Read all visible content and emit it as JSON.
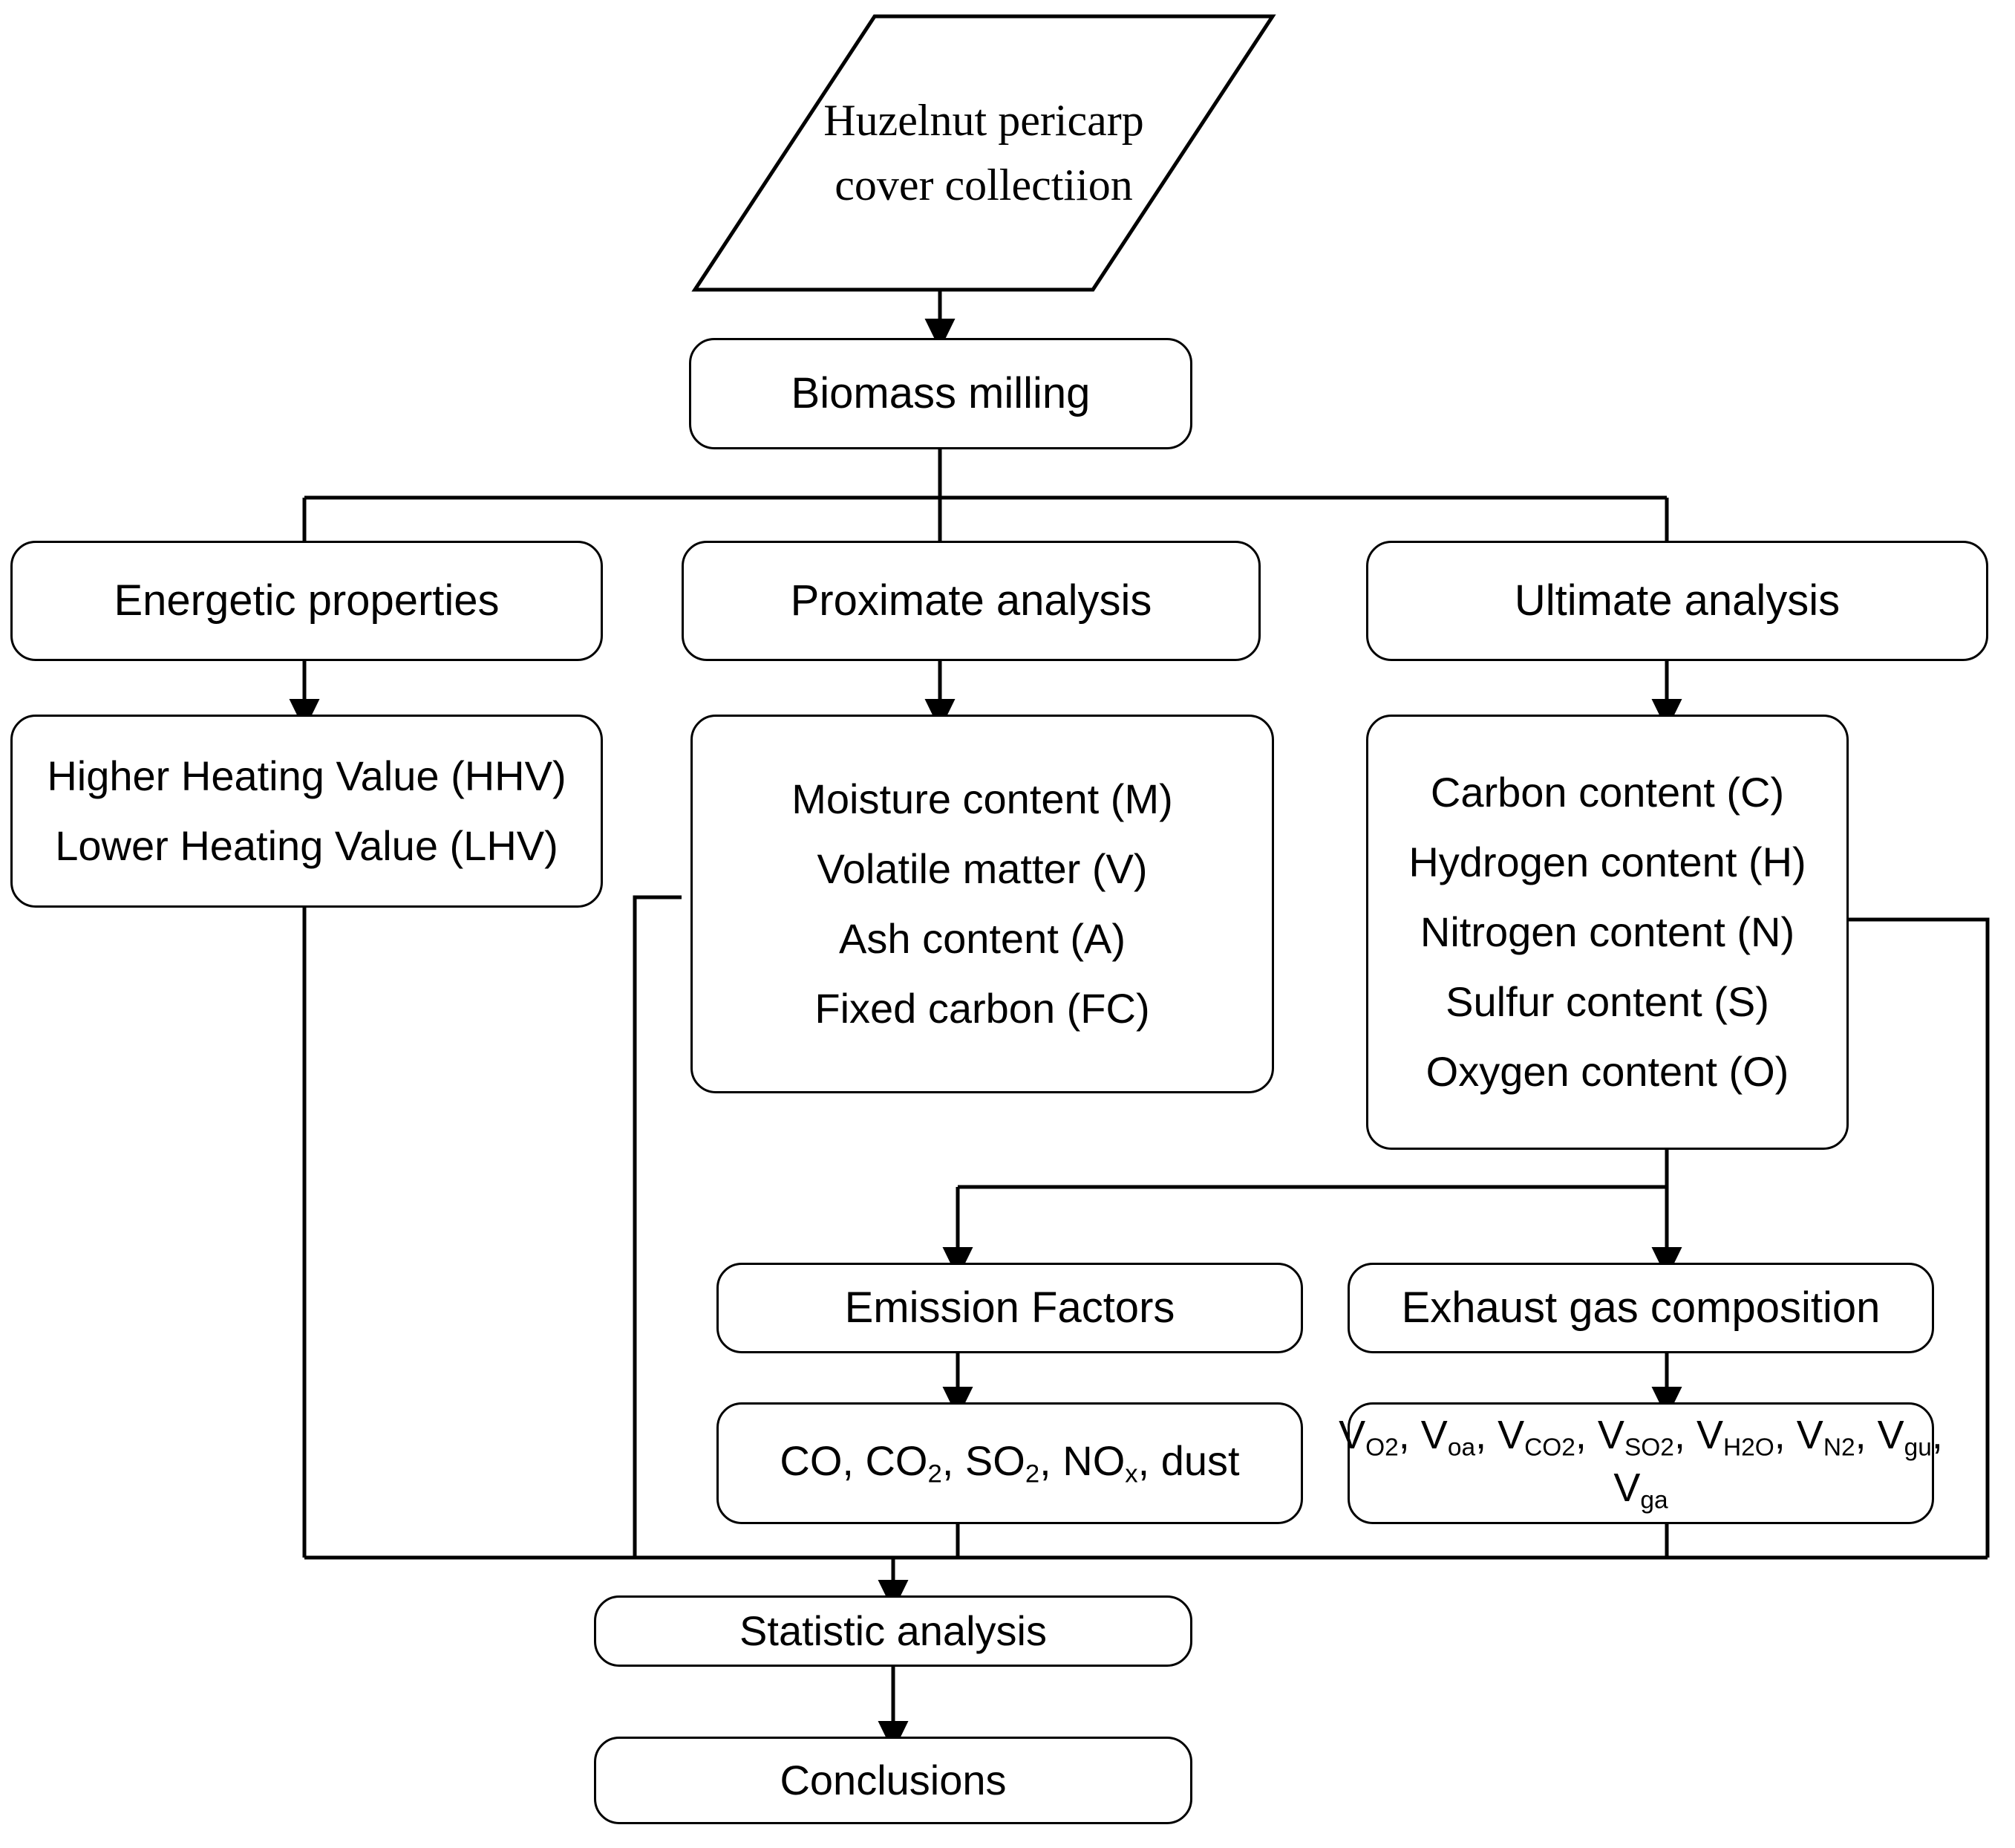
{
  "diagram": {
    "title": "Biomass characterization and combustion analysis flowchart",
    "line_color": "#000000",
    "background": "#ffffff"
  },
  "nodes": {
    "collection": {
      "label_line1": "Huzelnut  pericarp",
      "label_line2": "cover collectiion",
      "shape": "parallelogram"
    },
    "milling": {
      "label": "Biomass milling",
      "shape": "rounded-rect"
    },
    "energetic": {
      "label": "Energetic properties",
      "shape": "rounded-rect"
    },
    "proximate": {
      "label": "Proximate analysis",
      "shape": "rounded-rect"
    },
    "ultimate": {
      "label": "Ultimate analysis",
      "shape": "rounded-rect"
    },
    "heating_values": {
      "items": [
        "Higher Heating Value (HHV)",
        "Lower Heating Value (LHV)"
      ]
    },
    "proximate_items": {
      "items": [
        "Moisture content (M)",
        "Volatile matter (V)",
        "Ash content (A)",
        "Fixed carbon (FC)"
      ]
    },
    "ultimate_items": {
      "items": [
        "Carbon content (C)",
        "Hydrogen content (H)",
        "Nitrogen content (N)",
        "Sulfur content (S)",
        "Oxygen content (O)"
      ]
    },
    "emission_factors": {
      "label": "Emission Factors",
      "shape": "rounded-rect"
    },
    "emission_species": {
      "label_html": "CO, CO<sub>2</sub>, SO<sub>2</sub>, NO<sub>x</sub>, dust"
    },
    "exhaust_gas": {
      "label": "Exhaust gas composition",
      "shape": "rounded-rect"
    },
    "exhaust_volumes": {
      "line1_html": "V<sub>O2</sub>, V<sub>oa</sub>, V<sub>CO2</sub>, V<sub>SO2</sub>, V<sub>H2O</sub>, V<sub>N2</sub>, V<sub>gu</sub>,",
      "line2_html": "V<sub>ga</sub>"
    },
    "statistic": {
      "label": "Statistic analysis",
      "shape": "rounded-rect"
    },
    "conclusions": {
      "label": "Conclusions",
      "shape": "rounded-rect"
    }
  },
  "flow": {
    "edges": [
      {
        "from": "collection",
        "to": "milling"
      },
      {
        "from": "milling",
        "to": "energetic"
      },
      {
        "from": "milling",
        "to": "proximate"
      },
      {
        "from": "milling",
        "to": "ultimate"
      },
      {
        "from": "energetic",
        "to": "heating_values"
      },
      {
        "from": "proximate",
        "to": "proximate_items"
      },
      {
        "from": "ultimate",
        "to": "ultimate_items"
      },
      {
        "from": "ultimate_items",
        "to": "emission_factors"
      },
      {
        "from": "ultimate_items",
        "to": "exhaust_gas"
      },
      {
        "from": "emission_factors",
        "to": "emission_species"
      },
      {
        "from": "exhaust_gas",
        "to": "exhaust_volumes"
      },
      {
        "from": "heating_values",
        "to": "statistic"
      },
      {
        "from": "proximate_items",
        "to": "statistic"
      },
      {
        "from": "emission_species",
        "to": "statistic"
      },
      {
        "from": "exhaust_volumes",
        "to": "statistic"
      },
      {
        "from": "statistic",
        "to": "conclusions"
      }
    ]
  }
}
